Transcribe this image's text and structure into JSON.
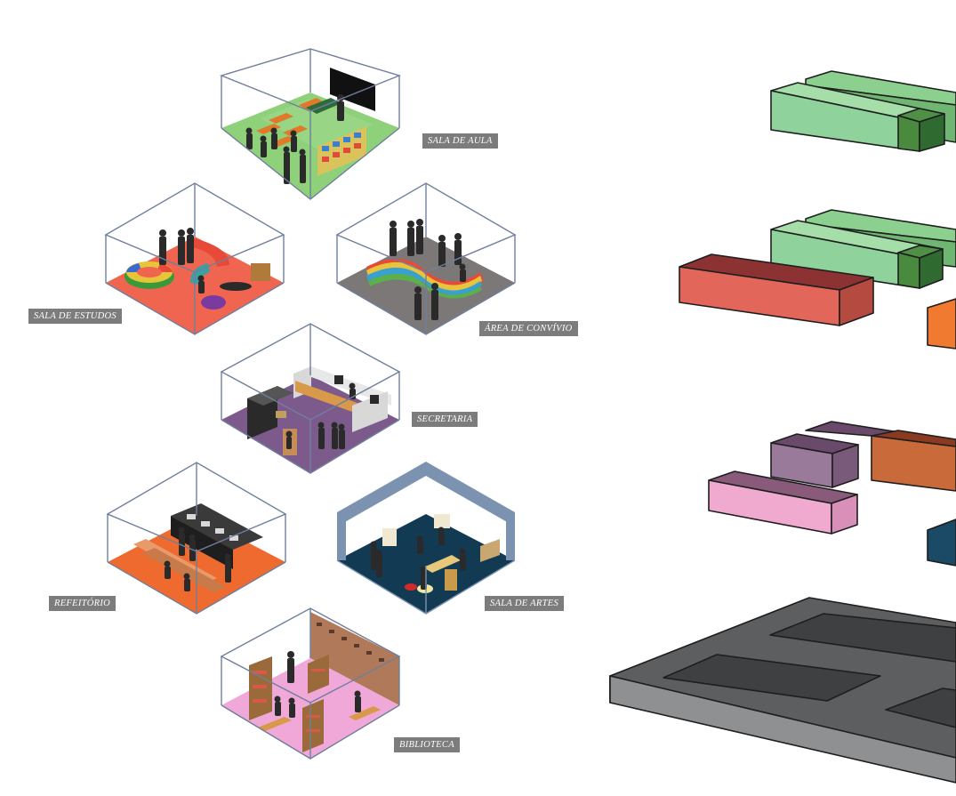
{
  "labels": {
    "sala_de_aula": "SALA DE AULA",
    "sala_de_estudos": "SALA DE ESTUDOS",
    "area_de_convivio": "ÁREA DE CONVÍVIO",
    "secretaria": "SECRETARIA",
    "refeitorio": "REFEITÓRIO",
    "sala_de_artes": "SALA DE ARTES",
    "biblioteca": "BIBLIOTECA"
  },
  "colors": {
    "sala_de_aula": "#8fd07a",
    "sala_de_estudos": "#f0654f",
    "area_de_convivio": "#7d7878",
    "secretaria": "#7c5a8c",
    "refeitorio": "#ee6a2e",
    "sala_de_artes": "#123a52",
    "biblioteca": "#f0a8d8",
    "label_bg": "#7c7c7c",
    "frame": "#6f7f9c",
    "silhouette": "#2a2a2a"
  }
}
